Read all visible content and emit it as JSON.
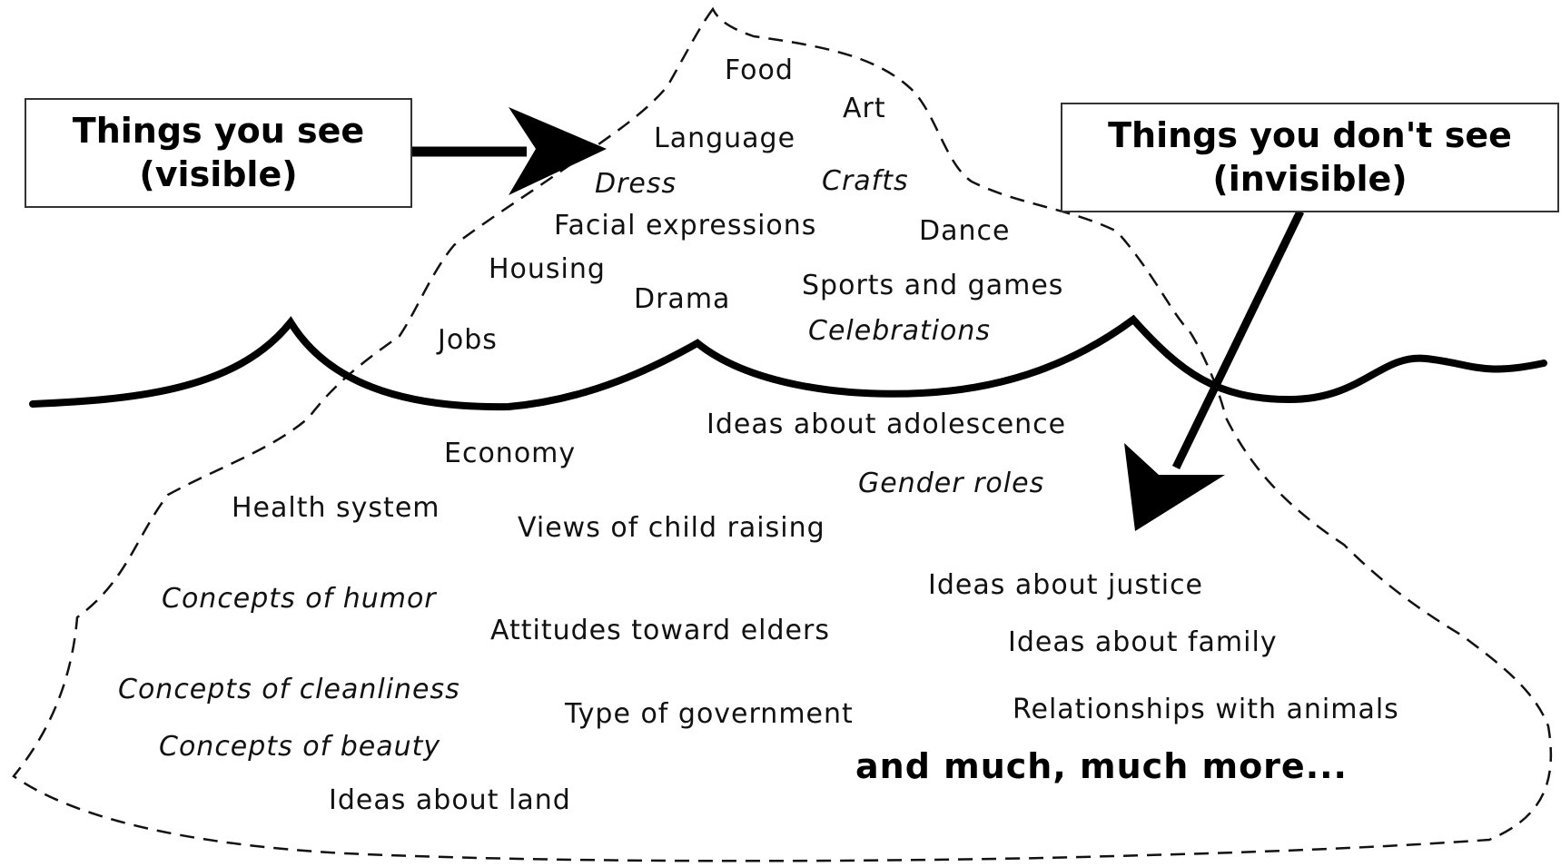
{
  "visible_box": {
    "line1": "Things you see",
    "line2": "(visible)"
  },
  "invisible_box": {
    "line1": "Things you don't see",
    "line2": "(invisible)"
  },
  "visible_items": {
    "food": "Food",
    "art": "Art",
    "language": "Language",
    "dress": "Dress",
    "crafts": "Crafts",
    "facial_expressions": "Facial expressions",
    "dance": "Dance",
    "housing": "Housing",
    "drama": "Drama",
    "sports_and_games": "Sports and games",
    "celebrations": "Celebrations",
    "jobs": "Jobs"
  },
  "invisible_items": {
    "ideas_about_adolescence": "Ideas about adolescence",
    "economy": "Economy",
    "gender_roles": "Gender roles",
    "health_system": "Health system",
    "views_of_child_raising": "Views of child raising",
    "ideas_about_justice": "Ideas about justice",
    "concepts_of_humor": "Concepts of humor",
    "attitudes_toward_elders": "Attitudes toward elders",
    "ideas_about_family": "Ideas about family",
    "concepts_of_cleanliness": "Concepts of cleanliness",
    "type_of_government": "Type of government",
    "relationships_with_animals": "Relationships with animals",
    "concepts_of_beauty": "Concepts of beauty",
    "ideas_about_land": "Ideas about land"
  },
  "more_text": "and much, much more...",
  "colors": {
    "ink": "#111111",
    "box_border": "#333333",
    "background": "#ffffff"
  }
}
